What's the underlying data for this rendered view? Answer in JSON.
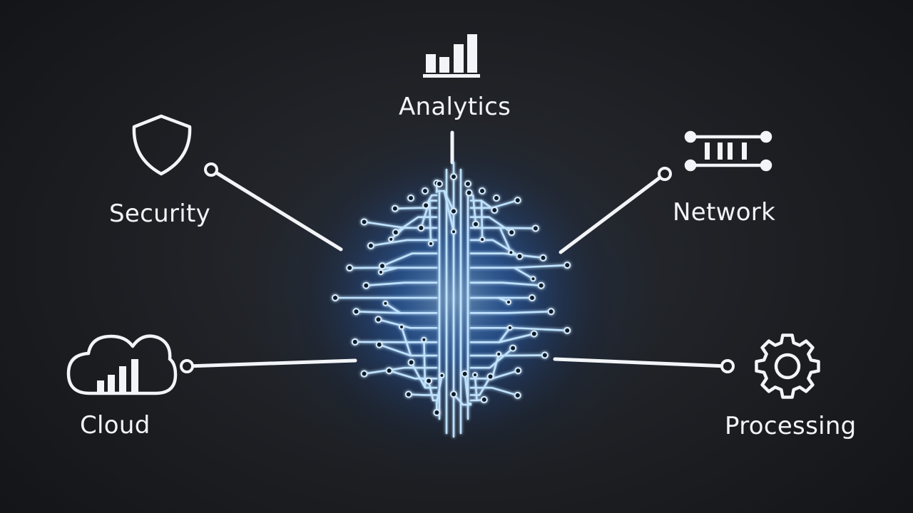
{
  "nodes": {
    "analytics": {
      "label": "Analytics",
      "icon": "bar-chart-icon"
    },
    "security": {
      "label": "Security",
      "icon": "shield-icon"
    },
    "network": {
      "label": "Network",
      "icon": "network-icon"
    },
    "cloud": {
      "label": "Cloud",
      "icon": "cloud-chart-icon"
    },
    "processing": {
      "label": "Processing",
      "icon": "gear-icon"
    }
  },
  "hub": {
    "icon": "circuit-brain-icon"
  },
  "colors": {
    "line": "#f2f4f7",
    "glow": "#4fa8ff",
    "circuit": "#bfe3ff"
  }
}
